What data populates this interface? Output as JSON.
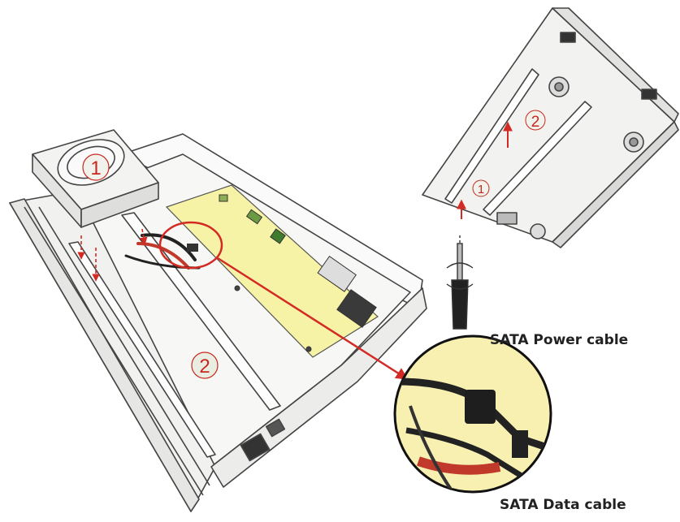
{
  "labels": {
    "power_cable": "SATA Power cable",
    "data_cable": "SATA Data cable"
  },
  "markers": {
    "hdd": "1",
    "rail": "2",
    "top_one": "1",
    "top_two": "2"
  },
  "colors": {
    "accent_red": "#d42a24",
    "board_yellow": "#f6f3a6",
    "chassis_line": "#444444",
    "marker_fill": "#f2f2ec"
  }
}
